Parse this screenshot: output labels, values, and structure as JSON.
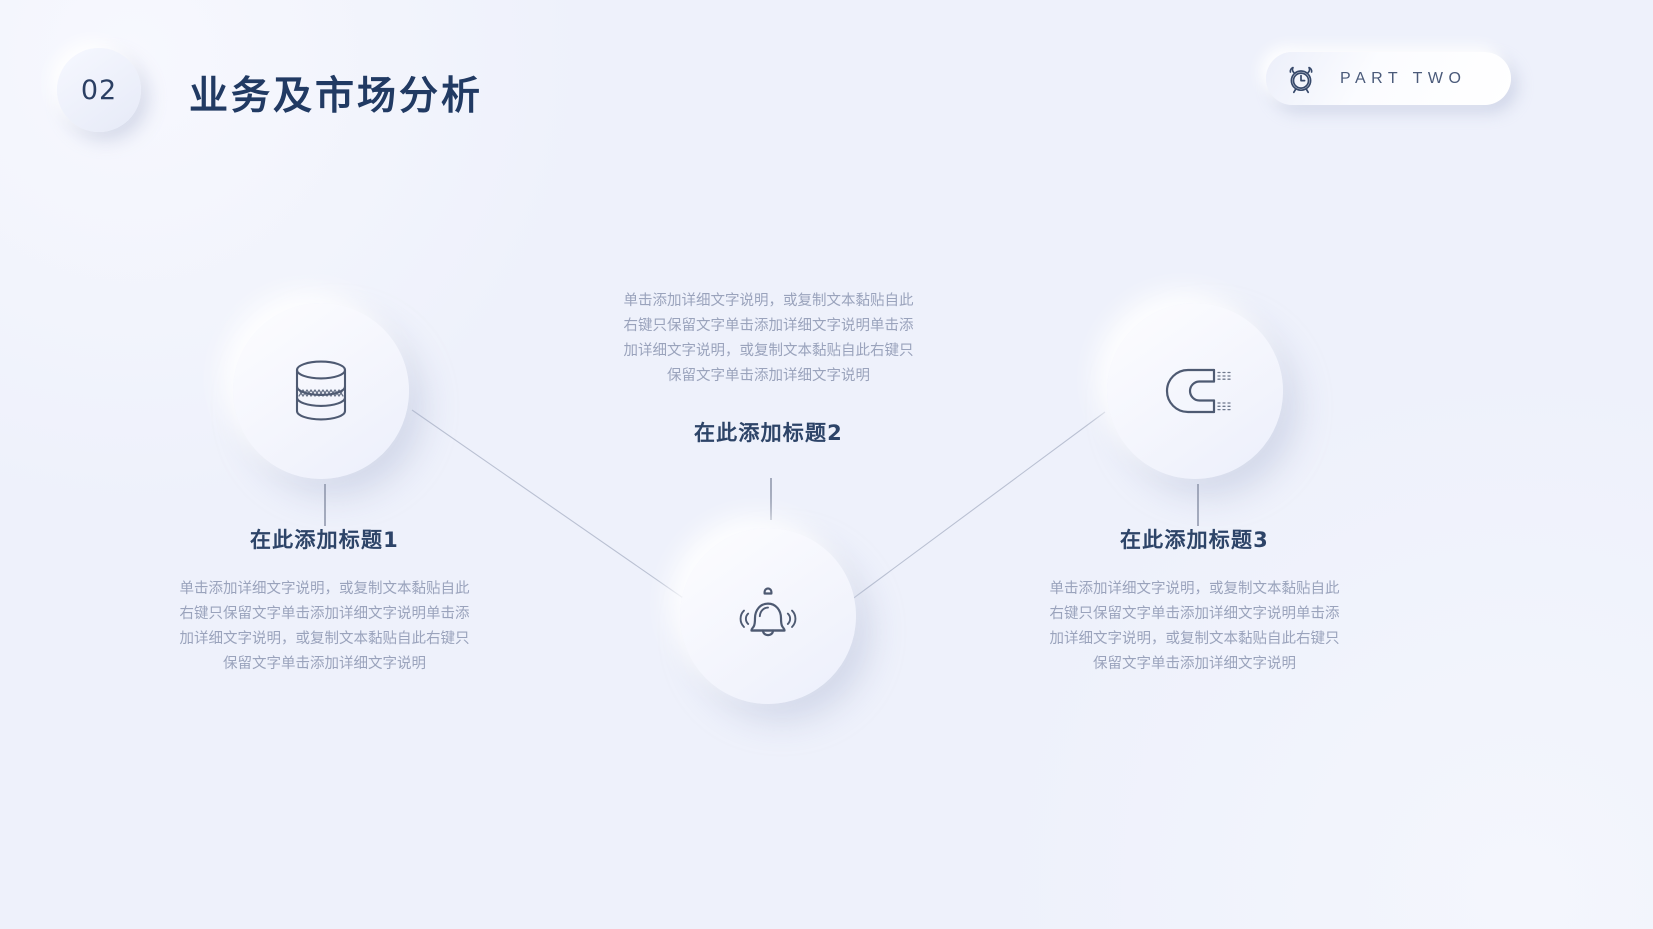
{
  "header": {
    "section_number": "02",
    "title": "业务及市场分析",
    "part_label": "PART TWO",
    "part_icon": "alarm-clock-icon"
  },
  "theme": {
    "background": "#eef1fb",
    "title_color": "#213a63",
    "body_color": "#9aa3bc",
    "icon_color": "#4e5a72",
    "connector_color": "#b9c0d2"
  },
  "nodes": [
    {
      "id": "node-1",
      "icon": "database-icon",
      "title": "在此添加标题1",
      "body": "单击添加详细文字说明，或复制文本黏贴自此右键只保留文字单击添加详细文字说明单击添加详细文字说明，或复制文本黏贴自此右键只保留文字单击添加详细文字说明"
    },
    {
      "id": "node-2",
      "icon": "bell-icon",
      "title": "在此添加标题2",
      "body": "单击添加详细文字说明，或复制文本黏贴自此右键只保留文字单击添加详细文字说明单击添加详细文字说明，或复制文本黏贴自此右键只保留文字单击添加详细文字说明"
    },
    {
      "id": "node-3",
      "icon": "magnet-icon",
      "title": "在此添加标题3",
      "body": "单击添加详细文字说明，或复制文本黏贴自此右键只保留文字单击添加详细文字说明单击添加详细文字说明，或复制文本黏贴自此右键只保留文字单击添加详细文字说明"
    }
  ]
}
